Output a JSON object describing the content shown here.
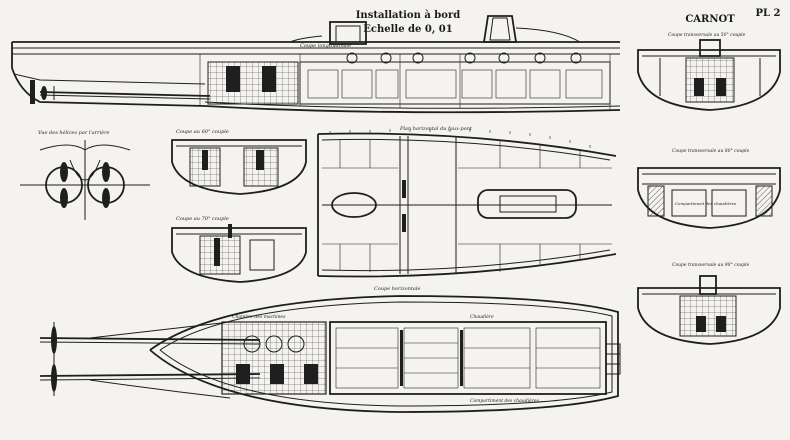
{
  "header": {
    "title_line1": "Installation à bord",
    "title_line2": "Echelle de 0, 01",
    "ship_name": "CARNOT",
    "plate": "PL 2"
  },
  "labels": {
    "longitudinal_section": "Coupe longitudinale",
    "propeller_view": "Vue des hélices par l'arrière",
    "frame_section_a": "Coupe au 60° couple",
    "frame_section_b": "Coupe au 70° couple",
    "lower_deck_plan": "Plan horizontal du faux-pont",
    "plan_view": "Coupe horizontale",
    "section_right_1": "Coupe transversale au 50° couple",
    "section_right_2": "Coupe transversale au 80° couple",
    "section_right_3": "Coupe transversale au 90° couple",
    "compartment": "Compartiment des chaudières",
    "machine_room": "Chambre des machines",
    "chaudiere": "Chaudière"
  },
  "colors": {
    "ink": "#1e1e1e",
    "paper": "#f4f3ef"
  }
}
